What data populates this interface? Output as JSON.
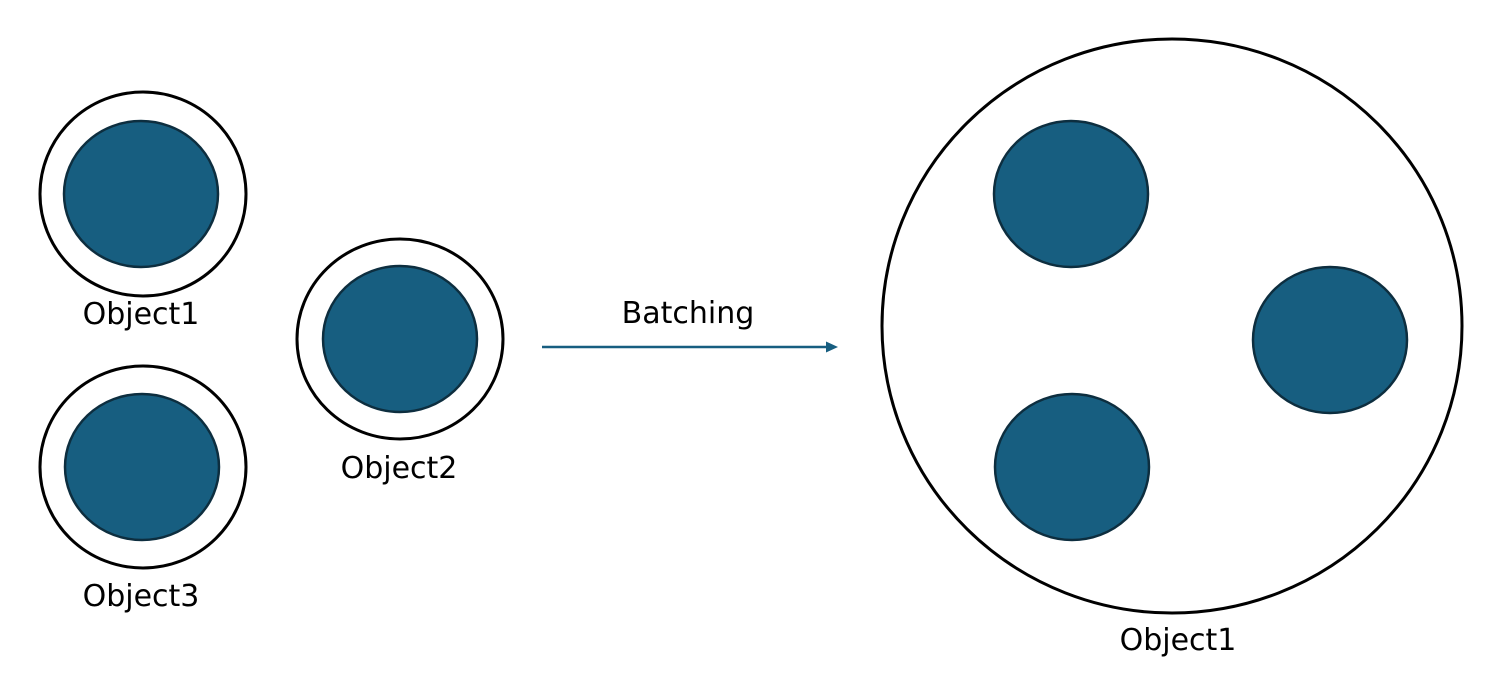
{
  "colors": {
    "fill": "#175e80",
    "inner_stroke": "#0d2e3f",
    "outer_stroke": "#000000",
    "background": "#ffffff",
    "arrow": "#175e80"
  },
  "before": {
    "objects": [
      {
        "id": "object1",
        "label": "Object1"
      },
      {
        "id": "object2",
        "label": "Object2"
      },
      {
        "id": "object3",
        "label": "Object3"
      }
    ]
  },
  "arrow": {
    "label": "Batching",
    "icon": "arrow-right-icon"
  },
  "after": {
    "object": {
      "id": "batched-object1",
      "label": "Object1",
      "contained_items": 3
    }
  }
}
